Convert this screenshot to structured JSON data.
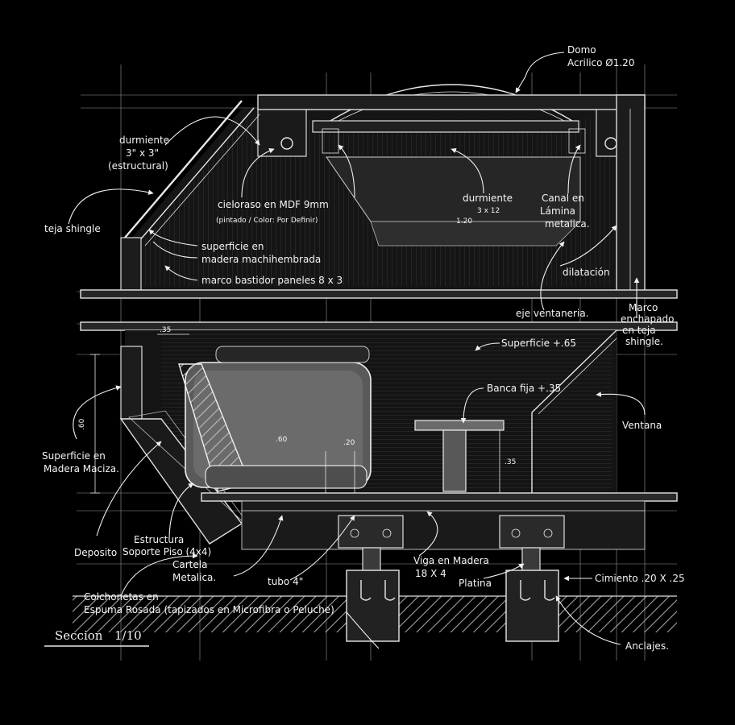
{
  "drawing": {
    "title": "Seccion",
    "scale": "1/10",
    "labels": {
      "domo_1": "Domo",
      "domo_2": "Acrilico Ø1.20",
      "durmiente_struct_1": "durmiente",
      "durmiente_struct_2": "3\" x 3\"",
      "durmiente_struct_3": "(estructural)",
      "teja_shingle": "teja shingle",
      "cieloraso_1": "cieloraso en MDF 9mm",
      "cieloraso_2": "(pintado / Color: Por Definir)",
      "durmiente_1": "durmiente",
      "durmiente_2": "3 x 12",
      "canal_1": "Canal en",
      "canal_2": "Lámina",
      "canal_3": "metalica.",
      "dim_120": "1.20",
      "superficie_machi_1": "superficie en",
      "superficie_machi_2": "madera machihembrada",
      "marco_bastidor": "marco bastidor paneles 8 x 3",
      "dilatacion": "dilatación",
      "eje_ventaneria": "eje ventaneria.",
      "marco_enchapado_1": "Marco",
      "marco_enchapado_2": "enchapado",
      "marco_enchapado_3": "en teja",
      "marco_enchapado_4": "shingle.",
      "dim_35_top": ".35",
      "superficie_65": "Superficie +.65",
      "banca_fija": "Banca fija +.35",
      "ventana": "Ventana",
      "superficie_maciza_1": "Superficie en",
      "superficie_maciza_2": "Madera Maciza.",
      "dim_60_left": ".60",
      "dim_60": ".60",
      "dim_20": ".20",
      "dim_35_right": ".35",
      "deposito": "Deposito",
      "estructura_1": "Estructura",
      "estructura_2": "Soporte Piso (4x4)",
      "estructura_3": "Cartela",
      "estructura_4": "Metalica.",
      "viga_1": "Viga en Madera",
      "viga_2": "18 X 4",
      "tubo": "tubo 4\"",
      "platina": "Platina",
      "cimiento": "Cimiento .20 X .25",
      "colchonetas_1": "Colchonetas en",
      "colchonetas_2": "Espuma Rosada (tapizados en Microfibra o Peluche)",
      "anclajes": "Anclajes."
    }
  },
  "colors": {
    "background": "#000000",
    "ink": "#eeeeee"
  }
}
